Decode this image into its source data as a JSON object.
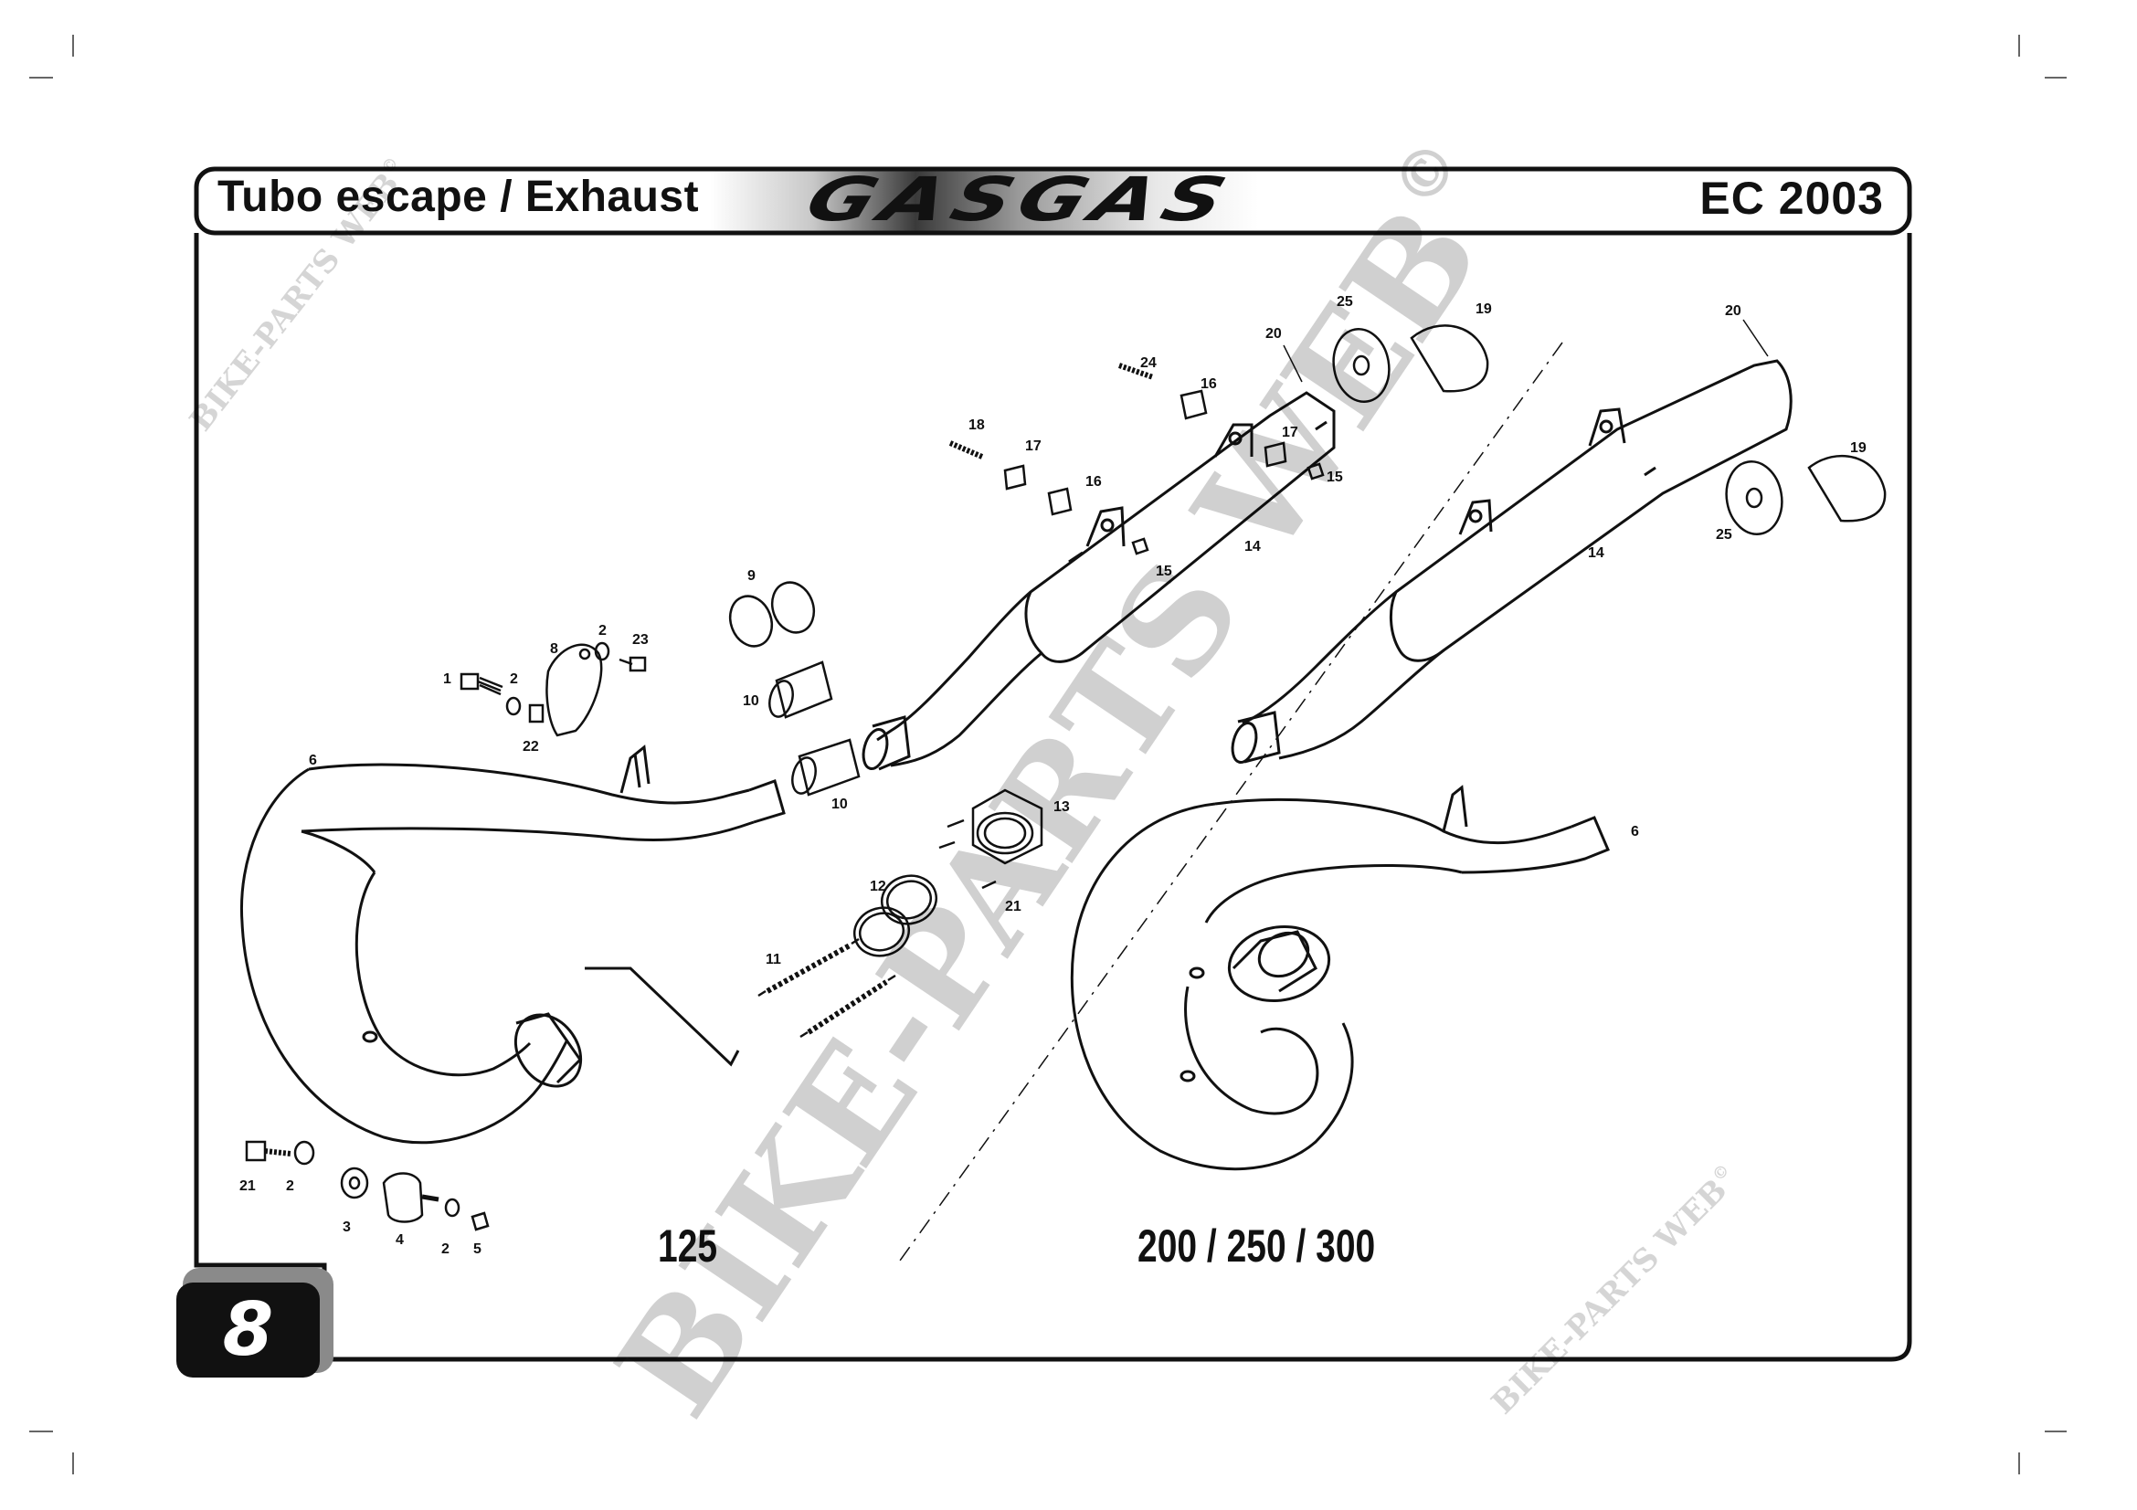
{
  "header": {
    "title": "Tubo escape / Exhaust",
    "brand": "GASGAS",
    "model": "EC 2003"
  },
  "page_number": "8",
  "variants": {
    "left": "125",
    "right": "200 / 250 / 300"
  },
  "watermark": {
    "main": "BIKE-PARTS WEB",
    "copyright": "©",
    "small": "BIKE-PARTS WEB",
    "small_copyright": "©"
  },
  "callouts": {
    "c1": "1",
    "c2a": "2",
    "c2b": "2",
    "c2c": "2",
    "c2d": "2",
    "c3": "3",
    "c4": "4",
    "c5": "5",
    "c6a": "6",
    "c6b": "6",
    "c8": "8",
    "c9": "9",
    "c10a": "10",
    "c10b": "10",
    "c11": "11",
    "c12": "12",
    "c13": "13",
    "c14a": "14",
    "c14b": "14",
    "c15a": "15",
    "c15b": "15",
    "c16a": "16",
    "c16b": "16",
    "c17a": "17",
    "c17b": "17",
    "c18": "18",
    "c19a": "19",
    "c19b": "19",
    "c20a": "20",
    "c20b": "20",
    "c21a": "21",
    "c21b": "21",
    "c22": "22",
    "c23": "23",
    "c24": "24",
    "c25a": "25",
    "c25b": "25"
  }
}
